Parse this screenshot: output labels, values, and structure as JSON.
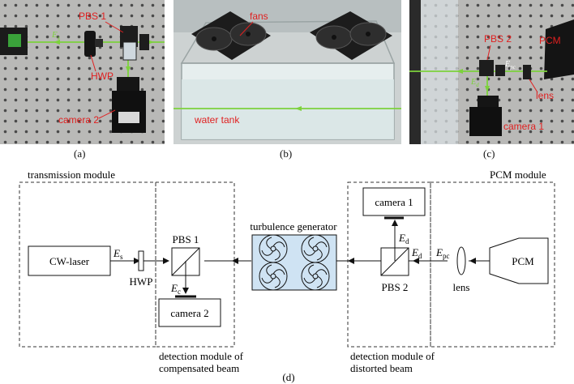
{
  "photos": {
    "a": {
      "caption": "(a)",
      "labels": {
        "pbs1": "PBS 1",
        "hwp": "HWP",
        "camera2": "camera 2"
      },
      "sym_e": "E",
      "sym_s": "s"
    },
    "b": {
      "caption": "(b)",
      "labels": {
        "fans": "fans",
        "water_tank": "water tank"
      }
    },
    "c": {
      "caption": "(c)",
      "labels": {
        "pbs2": "PBS 2",
        "pcm": "PCM",
        "lens": "lens",
        "camera1": "camera 1"
      },
      "sym_e": "E",
      "sym_pc": "pc",
      "sym_d": "d"
    }
  },
  "diagram": {
    "caption": "(d)",
    "modules": {
      "transmission": "transmission module",
      "pcm": "PCM module",
      "det_comp_line1": "detection module of",
      "det_comp_line2": "compensated beam",
      "det_dist_line1": "detection module of",
      "det_dist_line2": "distorted beam"
    },
    "components": {
      "cw_laser": "CW-laser",
      "hwp": "HWP",
      "pbs1": "PBS 1",
      "pbs2": "PBS 2",
      "camera1": "camera 1",
      "camera2": "camera 2",
      "turbulence": "turbulence generator",
      "lens": "lens",
      "pcm": "PCM"
    },
    "symbols": {
      "E": "E",
      "s": "s",
      "c": "c",
      "d": "d",
      "pc": "pc"
    }
  },
  "colors": {
    "beam_green": "#7dd23c",
    "annotation_red": "#e02020",
    "turbulence_fill": "#cfe3f3"
  }
}
